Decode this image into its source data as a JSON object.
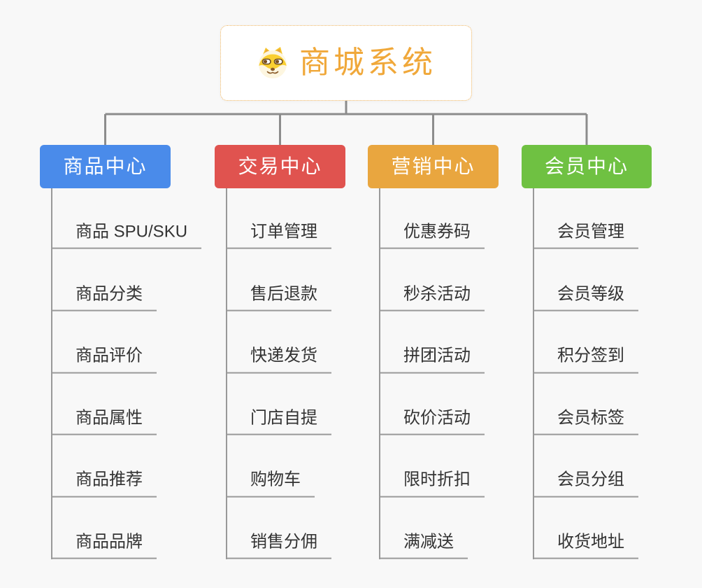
{
  "page": {
    "background": "#f8f8f8",
    "connector_color": "#8c8c8c",
    "underline_color": "#999999",
    "leaf_text_color": "#333333"
  },
  "root": {
    "title": "商城系统",
    "icon": "doge-icon",
    "title_color": "#F0A83A",
    "border_color": "#F0B55E"
  },
  "branches": [
    {
      "label": "商品中心",
      "color": "#4A8BEA",
      "items": [
        "商品 SPU/SKU",
        "商品分类",
        "商品评价",
        "商品属性",
        "商品推荐",
        "商品品牌"
      ]
    },
    {
      "label": "交易中心",
      "color": "#E0534F",
      "items": [
        "订单管理",
        "售后退款",
        "快递发货",
        "门店自提",
        "购物车",
        "销售分佣"
      ]
    },
    {
      "label": "营销中心",
      "color": "#E9A63F",
      "items": [
        "优惠券码",
        "秒杀活动",
        "拼团活动",
        "砍价活动",
        "限时折扣",
        "满减送"
      ]
    },
    {
      "label": "会员中心",
      "color": "#6FC142",
      "items": [
        "会员管理",
        "会员等级",
        "积分签到",
        "会员标签",
        "会员分组",
        "收货地址"
      ]
    }
  ]
}
